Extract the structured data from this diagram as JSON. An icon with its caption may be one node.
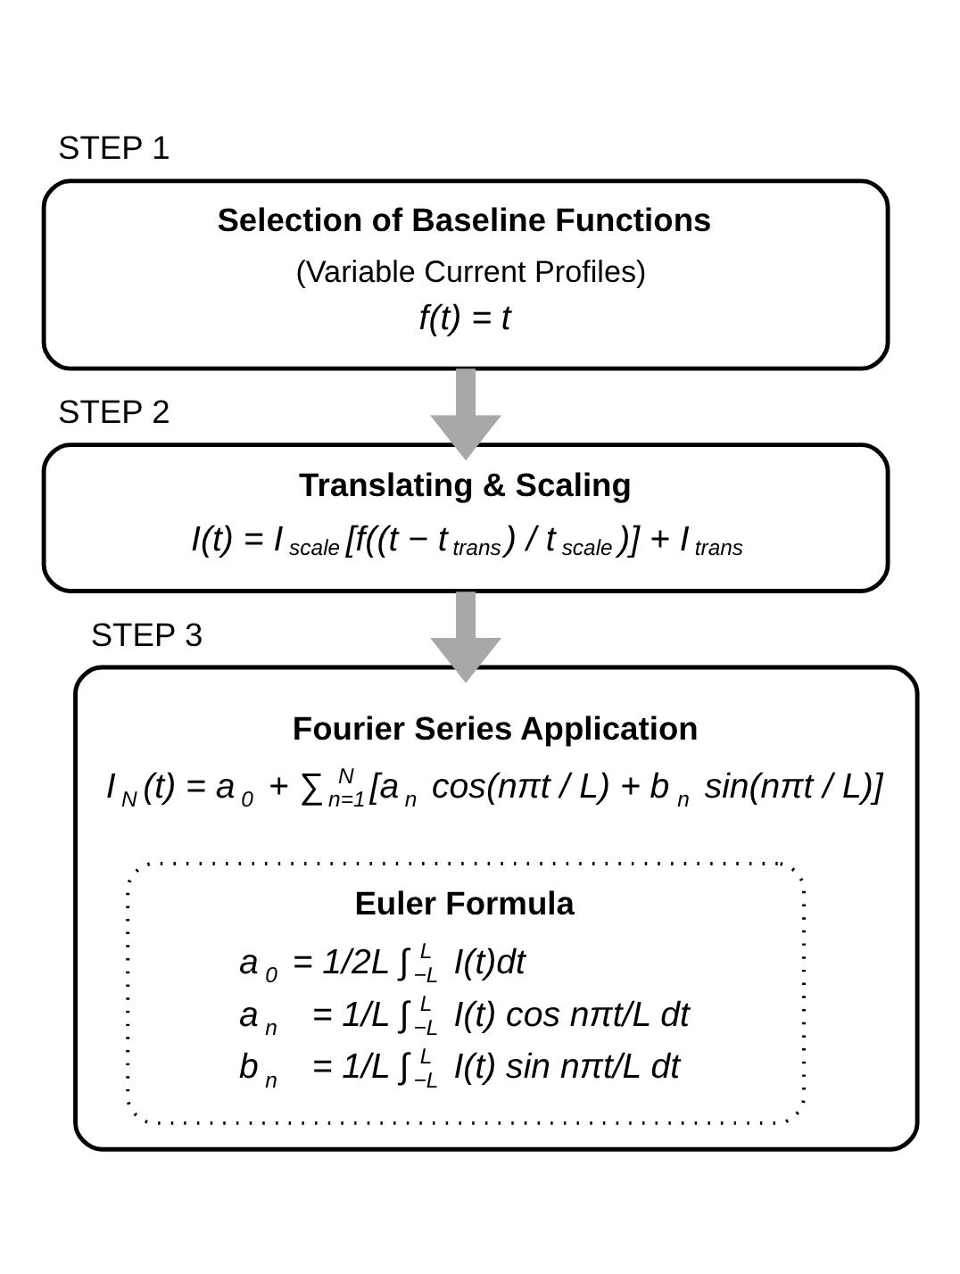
{
  "diagram": {
    "nodes": [
      {
        "text": [
          "Selection of Baseline Functions",
          "(Variable Current Profiles)",
          "f(t) = t"
        ],
        "beside": [
          "STEP 1"
        ]
      },
      {
        "text": [
          "Translating & Scaling",
          "I(t) = I$_{scale}$[f((t − t$_{trans}$) / t$_{scale}$)] + I$_{trans}$"
        ],
        "beside": [
          "STEP 2"
        ]
      },
      {
        "text": [
          "Fourier Series Application",
          "I$_{N}$(t) = a$_{0}$ + ∑$^{N}$$_{n=1}$[a$_{n}$ cos(nπt / L) + b$_{n}$ sin(nπt / L)]"
        ],
        "beside": [
          "STEP 3"
        ]
      },
      {
        "text": [
          "Euler Formula",
          "a$_{0}$ = 1/2L ∫$^{L}$$_{−L}$ I(t)dt",
          "a$_{n}$ = 1/L ∫$^{L}$$_{−L}$ I(t) cos nπt/L dt",
          "b$_{n}$ = 1/L ∫$^{L}$$_{−L}$ I(t) sin nπt/L dt"
        ],
        "in": 2
      }
    ],
    "edges": [
      {
        "from": 0,
        "to": 1,
        "arrow": "to"
      },
      {
        "from": 1,
        "to": 2,
        "arrow": "to"
      }
    ]
  }
}
